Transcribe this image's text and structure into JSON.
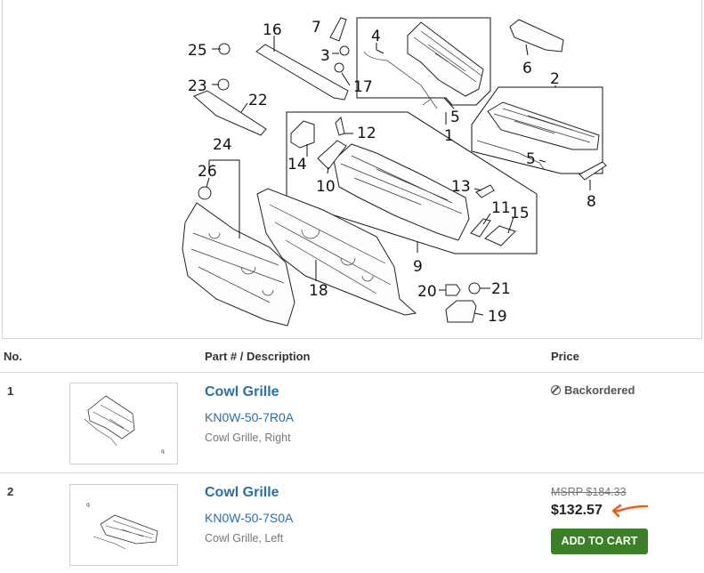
{
  "diagram": {
    "callouts": [
      "1",
      "2",
      "3",
      "4",
      "5",
      "5",
      "6",
      "7",
      "8",
      "9",
      "10",
      "11",
      "12",
      "13",
      "14",
      "15",
      "16",
      "17",
      "18",
      "19",
      "20",
      "21",
      "22",
      "23",
      "24",
      "25",
      "26"
    ]
  },
  "table": {
    "headers": {
      "no": "No.",
      "part": "Part # / Description",
      "price": "Price"
    }
  },
  "rows": [
    {
      "no": "1",
      "title": "Cowl Grille",
      "part_number": "KN0W-50-7R0A",
      "description": "Cowl Grille, Right",
      "status": "Backordered",
      "thumb_label": "q"
    },
    {
      "no": "2",
      "title": "Cowl Grille",
      "part_number": "KN0W-50-7S0A",
      "description": "Cowl Grille, Left",
      "msrp": "MSRP $184.33",
      "price": "$132.57",
      "button": "ADD TO CART",
      "thumb_label": "q"
    }
  ],
  "colors": {
    "link": "#2a6fa6",
    "button": "#3d7f28",
    "annotation": "#e8601c"
  }
}
